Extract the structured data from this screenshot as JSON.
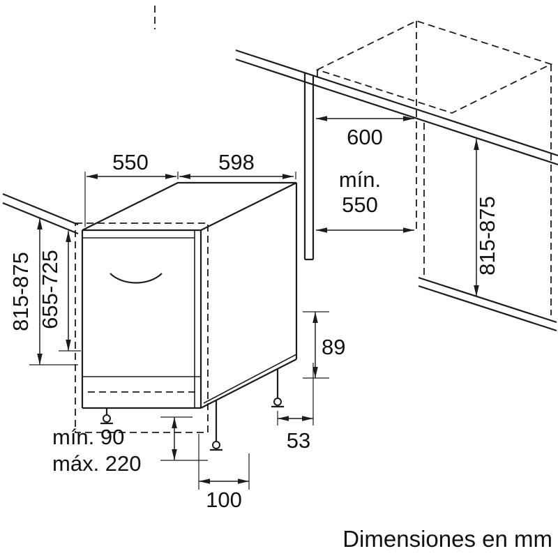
{
  "footer": {
    "note": "Dimensiones en mm"
  },
  "colors": {
    "line": "#1c1c1c",
    "background": "#ffffff"
  },
  "labels": {
    "depth": "550",
    "width": "598",
    "counter_depth": "600",
    "niche_min_line1": "mín.",
    "niche_min_line2": "550",
    "niche_height_left": "815-875",
    "door_panel_height": "655-725",
    "niche_height_right": "815-875",
    "base_height": "89",
    "rear_foot_offset": "53",
    "front_foot_inset": "100",
    "plinth_min": "mín. 90",
    "plinth_max": "máx. 220"
  }
}
